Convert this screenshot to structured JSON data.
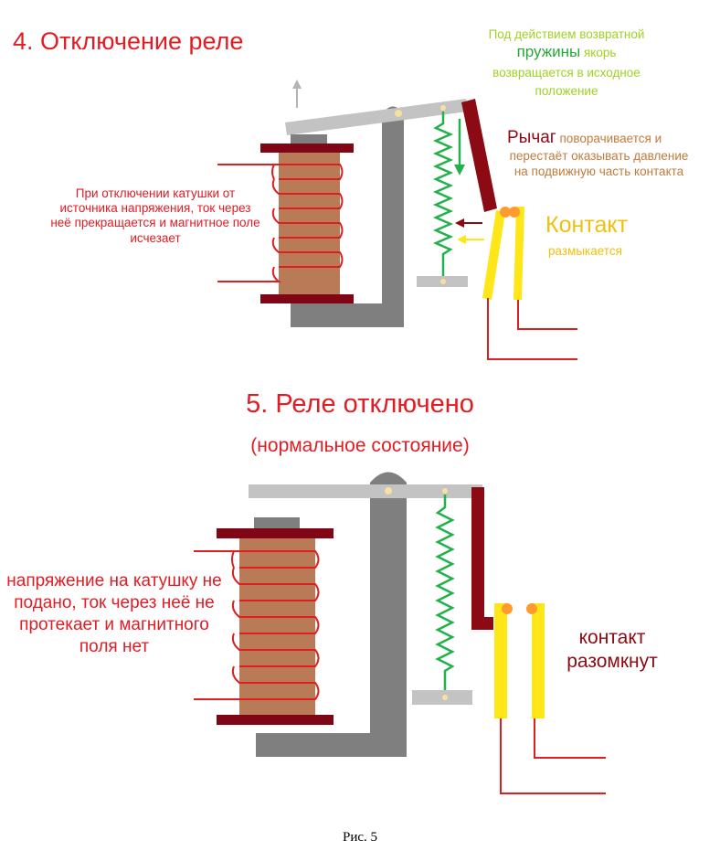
{
  "section1": {
    "title": "4. Отключение реле",
    "coil_note": "При отключении катушки от источника напряжения, ток через неё прекращается и магнитное поле исчезает",
    "spring_note": {
      "line1": "Под действием возвратной",
      "line2_strong": "пружины",
      "line2_rest": "якорь",
      "line3": "возвращается в исходное",
      "line4": "положение"
    },
    "lever_note": {
      "line1_strong": "Рычаг",
      "line1_rest": "поворачивается и",
      "line2": "перестаёт оказывать давление",
      "line3": "на подвижную часть контакта"
    },
    "contact_label": "Контакт",
    "contact_note": "размыкается"
  },
  "section2": {
    "title": "5. Реле отключено",
    "subtitle": "(нормальное состояние)",
    "coil_note": "напряжение на катушку не подано, ток через неё не протекает и магнитного поля нет",
    "contact_note": "контакт разомкнут"
  },
  "caption": "Рис. 5",
  "colors": {
    "red_text": "#e31b23",
    "wire": "#dd1f1f",
    "coil_body": "#b97a57",
    "coil_flange": "#800515",
    "frame": "#7f7f7f",
    "armature": "#c3c3c3",
    "lever": "#8b0a14",
    "spring": "#22b14c",
    "contact": "#ffe619",
    "contact_tip": "#ff9a2e",
    "pivot": "#f7e0a0",
    "spring_text": "#9ed322",
    "spring_strong": "#24a934",
    "lever_text": "#c07c3c",
    "contact_text": "#f0c010"
  }
}
